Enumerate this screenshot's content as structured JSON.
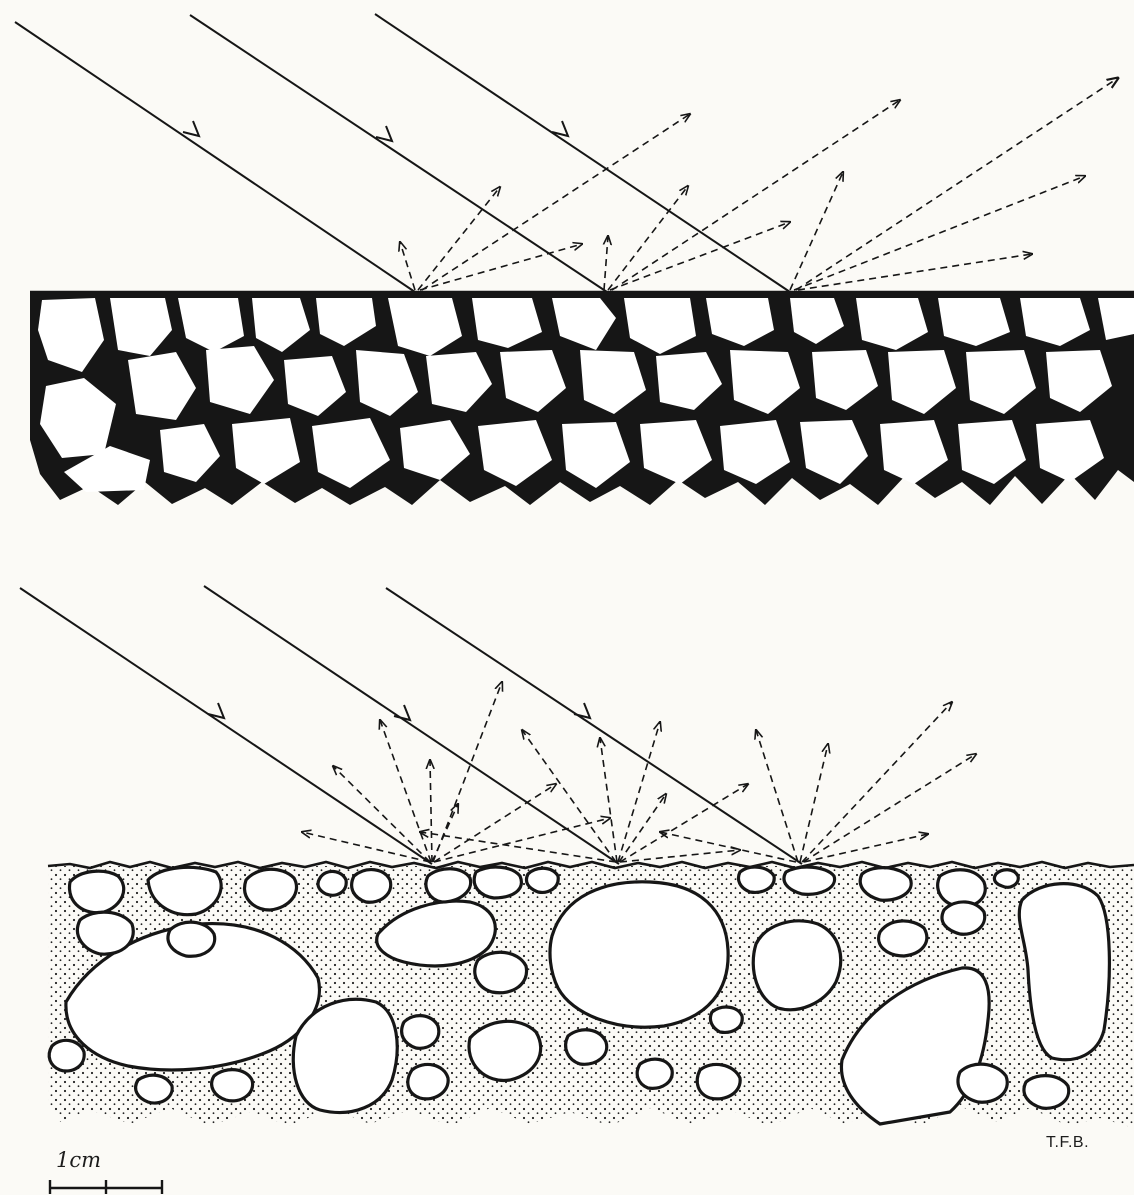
{
  "credit": "T.F.B.",
  "scale_bar": {
    "label": "1cm"
  },
  "colors": {
    "ink": "#161616",
    "paper": "#fbfaf6",
    "stone": "#ffffff"
  },
  "panels": [
    {
      "name": "top-panel",
      "surface": "smooth",
      "incident_rays": 3
    },
    {
      "name": "bottom-panel",
      "surface": "rough",
      "incident_rays": 3
    }
  ]
}
